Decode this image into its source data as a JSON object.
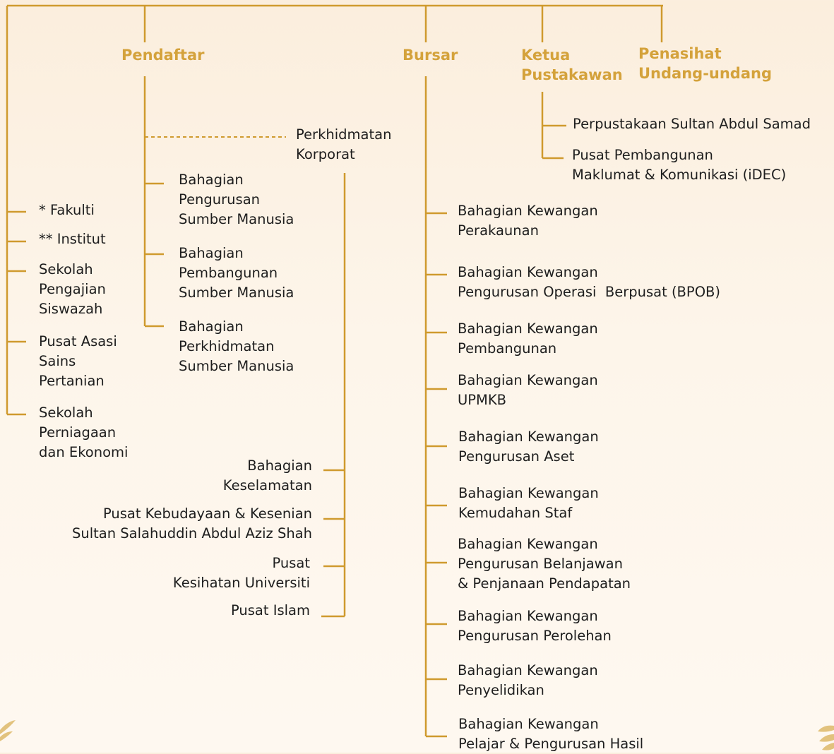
{
  "colors": {
    "line": "#cf9a2e",
    "heading": "#d4a23b",
    "text": "#1e1e1e"
  },
  "headings": {
    "pendaftar": "Pendaftar",
    "bursar": "Bursar",
    "ketua_pustakawan": "Ketua\nPustakawan",
    "penasihat": "Penasihat\nUndang-undang"
  },
  "left_column": {
    "fakulti": "* Fakulti",
    "institut": "** Institut",
    "sekolah_pengajian": "Sekolah\nPengajian\nSiswazah",
    "pusat_asasi": "Pusat Asasi\nSains\nPertanian",
    "sekolah_perniagaan": "Sekolah\nPerniagaan\ndan Ekonomi"
  },
  "pendaftar_units": {
    "perkhidmatan_korporat": "Perkhidmatan\nKorporat",
    "pengurusan_sm": "Bahagian\nPengurusan\nSumber Manusia",
    "pembangunan_sm": "Bahagian\nPembangunan\nSumber Manusia",
    "perkhidmatan_sm": "Bahagian\nPerkhidmatan\nSumber Manusia",
    "keselamatan": "Bahagian\nKeselamatan",
    "kebudayaan": "Pusat Kebudayaan & Kesenian\nSultan Salahuddin Abdul Aziz Shah",
    "kesihatan": "Pusat\nKesihatan Universiti",
    "islam": "Pusat Islam"
  },
  "pustakawan_units": {
    "perpustakaan": "Perpustakaan Sultan Abdul Samad",
    "idec": "Pusat Pembangunan\nMaklumat & Komunikasi (iDEC)"
  },
  "bursar_units": [
    "Bahagian Kewangan\nPerakaunan",
    "Bahagian Kewangan\nPengurusan Operasi  Berpusat (BPOB)",
    "Bahagian Kewangan\nPembangunan",
    "Bahagian Kewangan\nUPMKB",
    "Bahagian Kewangan\nPengurusan Aset",
    "Bahagian Kewangan\nKemudahan Staf",
    "Bahagian Kewangan\nPengurusan Belanjawan\n& Penjanaan Pendapatan",
    "Bahagian Kewangan\nPengurusan Perolehan",
    "Bahagian Kewangan\nPenyelidikan",
    "Bahagian Kewangan\nPelajar & Pengurusan Hasil"
  ]
}
